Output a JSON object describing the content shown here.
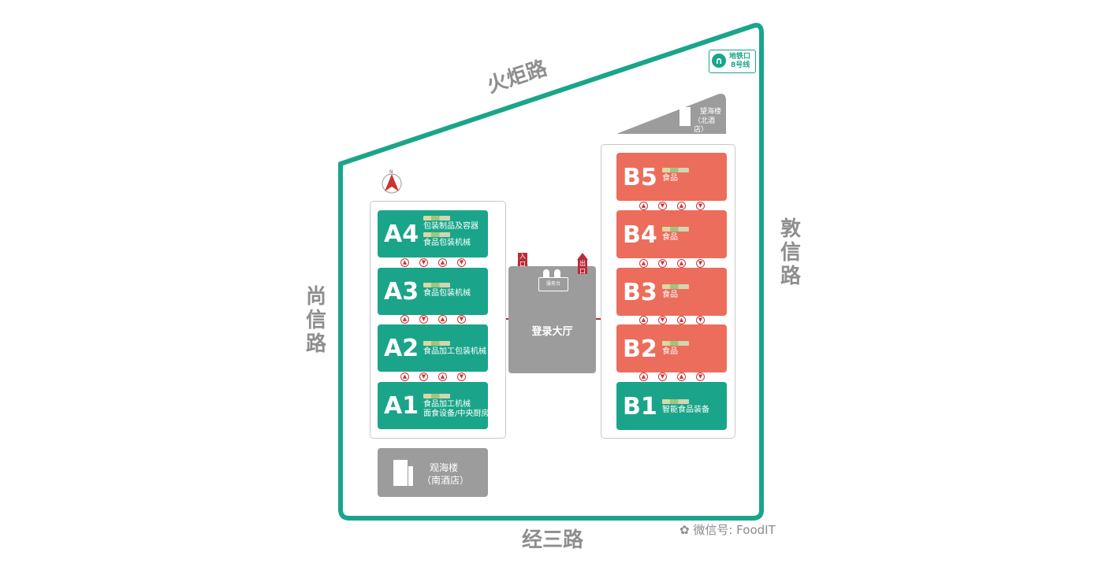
{
  "roads": {
    "north": "火炬路",
    "west": "尚信路",
    "east": "敦信路",
    "south": "经三路"
  },
  "metro": {
    "line1": "地铁口",
    "line2": "8号线"
  },
  "buildings": {
    "north_hotel": {
      "name": "望海楼",
      "sub": "（北酒店）"
    },
    "south_hotel": {
      "name": "观海楼",
      "sub": "（南酒店）"
    }
  },
  "lobby": {
    "name": "登录大厅",
    "desk": "服务台",
    "entrance": "入口",
    "exit": "出口"
  },
  "halls_a": [
    {
      "code": "A4",
      "lines": [
        "包装制品及容器",
        "食品包装机械"
      ]
    },
    {
      "code": "A3",
      "lines": [
        "食品包装机械"
      ]
    },
    {
      "code": "A2",
      "lines": [
        "食品加工包装机械"
      ]
    },
    {
      "code": "A1",
      "lines": [
        "食品加工机械",
        "面食设备/中央厨房"
      ]
    }
  ],
  "halls_b": [
    {
      "code": "B5",
      "lines": [
        "食品"
      ]
    },
    {
      "code": "B4",
      "lines": [
        "食品"
      ]
    },
    {
      "code": "B3",
      "lines": [
        "食品"
      ]
    },
    {
      "code": "B2",
      "lines": [
        "食品"
      ]
    },
    {
      "code": "B1",
      "lines": [
        "智能食品装备"
      ]
    }
  ],
  "watermark": "微信号: FoodIT",
  "colors": {
    "accent": "#1aa58a",
    "hall_b": "#ec6d5c",
    "corridor": "#b82c36",
    "gray": "#9c9c9c"
  }
}
